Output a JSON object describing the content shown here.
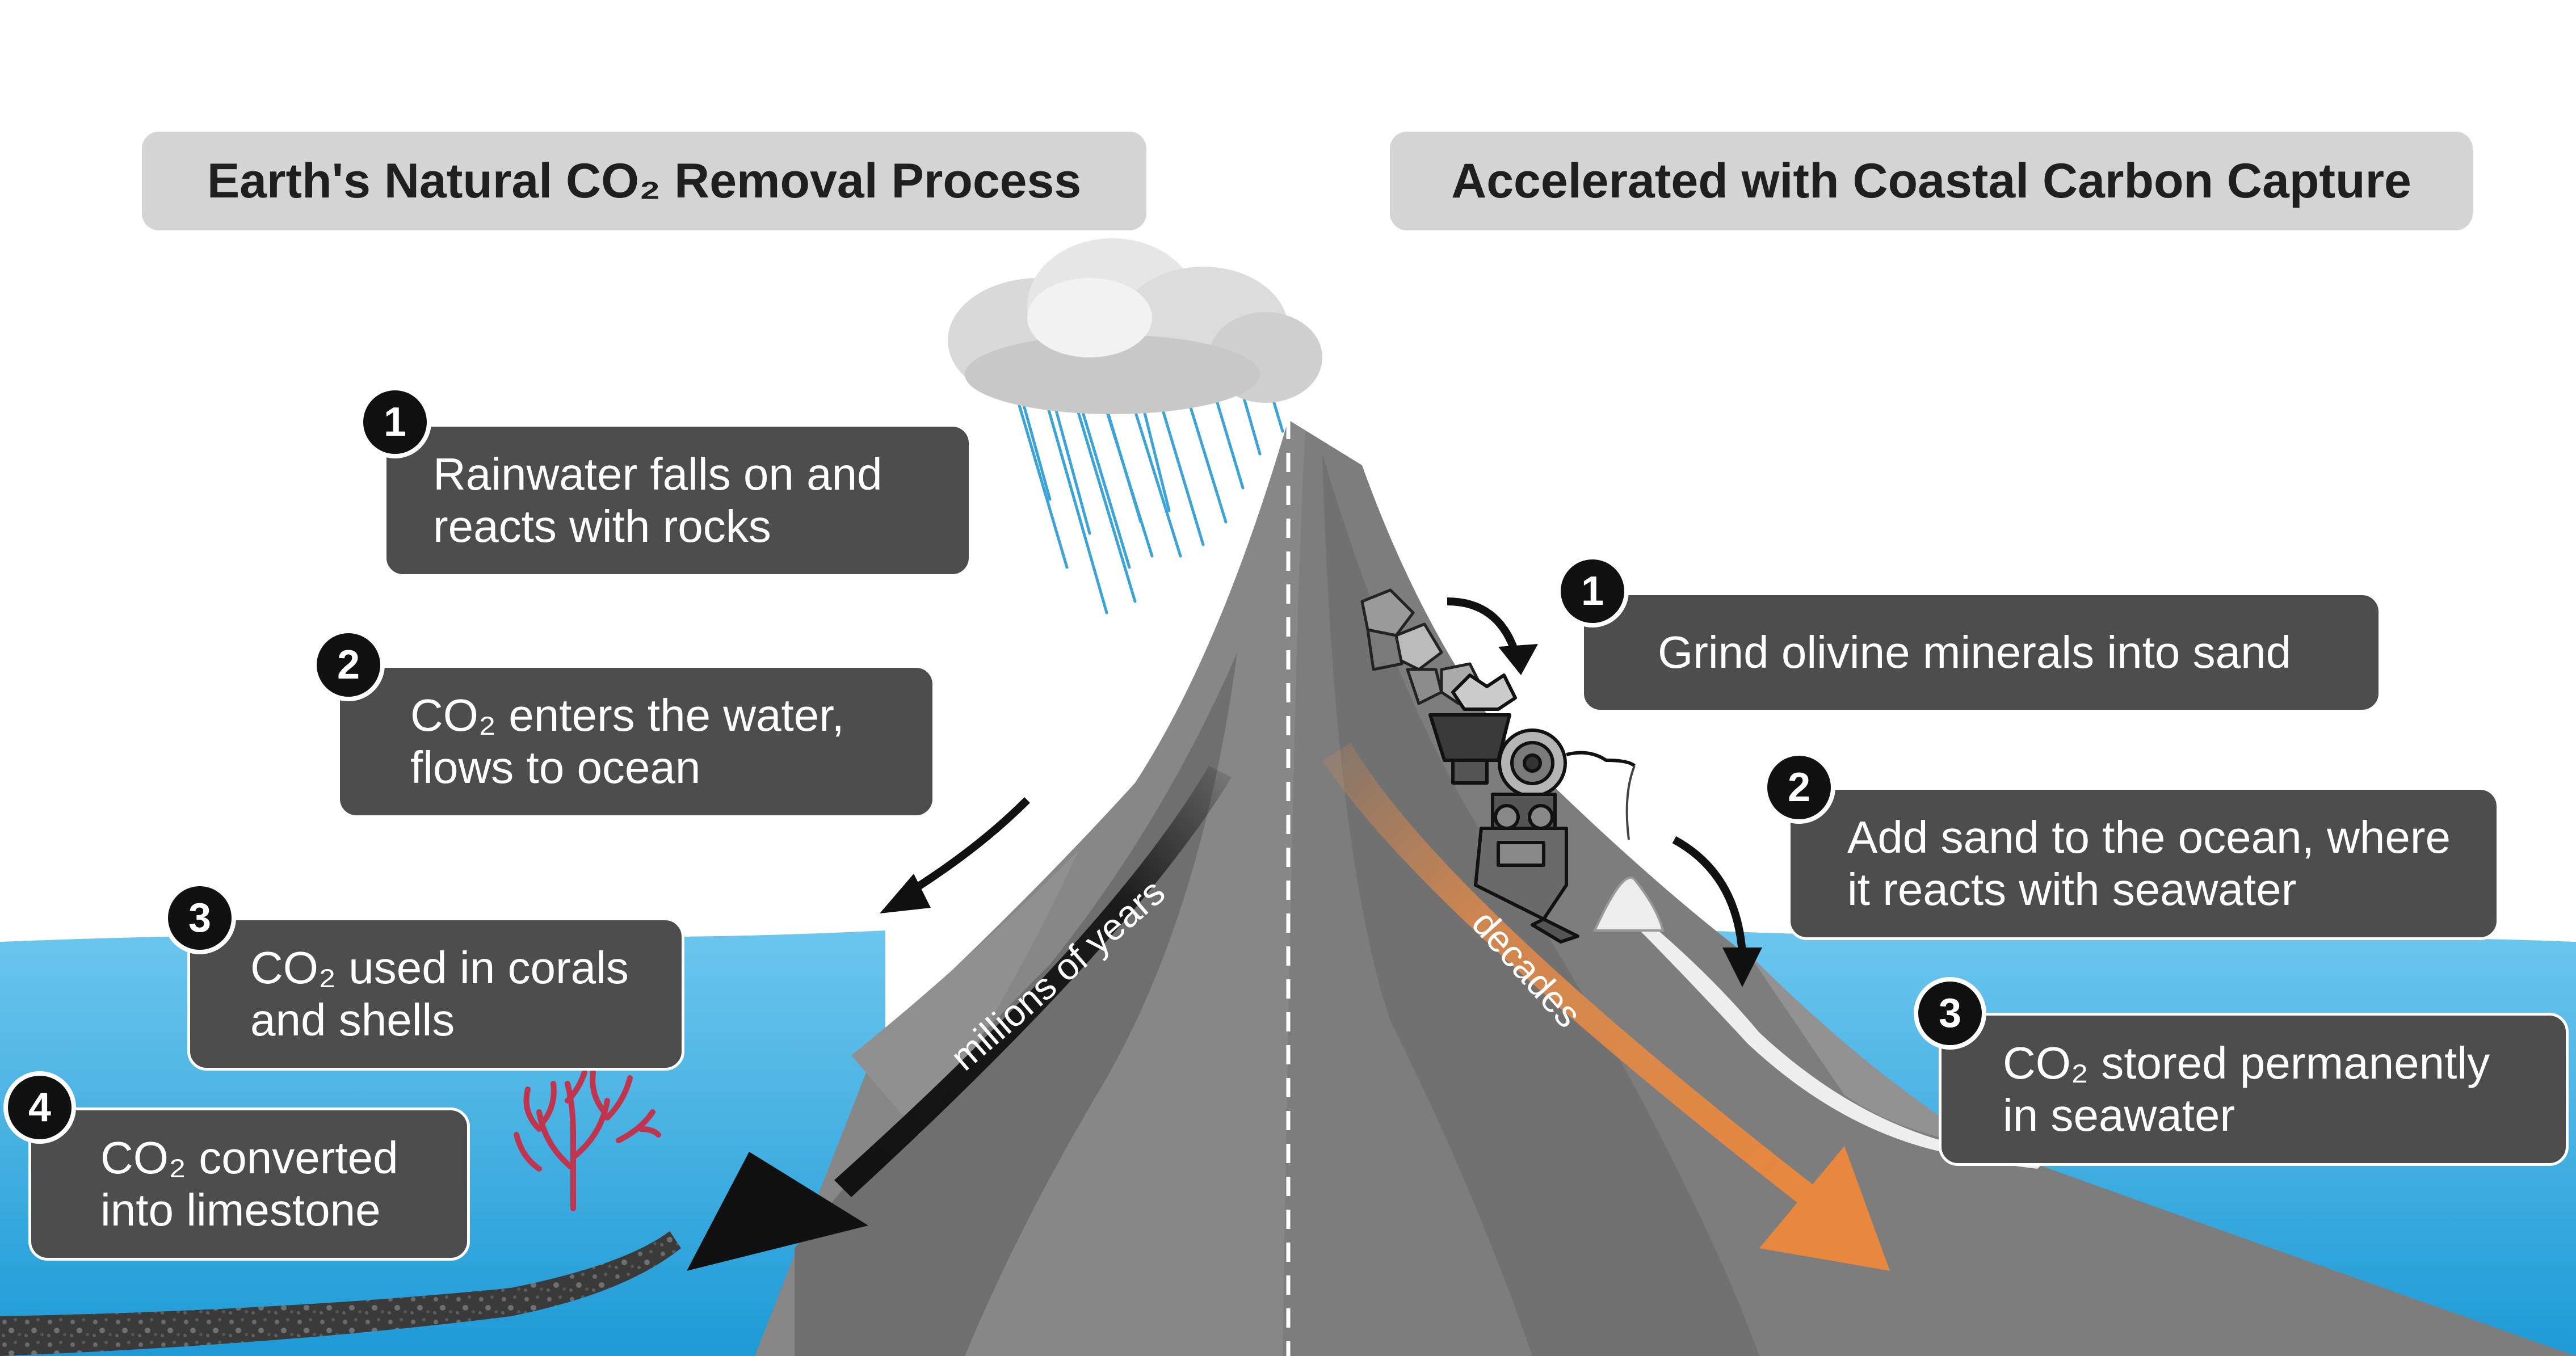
{
  "headers": {
    "left": "Earth's Natural CO₂ Removal Process",
    "right": "Accelerated with Coastal Carbon Capture"
  },
  "left_steps": [
    {
      "number": "1",
      "line1": "Rainwater falls on and",
      "line2": "reacts with rocks"
    },
    {
      "number": "2",
      "line1": "CO₂ enters the water,",
      "line2": "flows to ocean"
    },
    {
      "number": "3",
      "line1": "CO₂ used in corals",
      "line2": "and shells"
    },
    {
      "number": "4",
      "line1": "CO₂ converted",
      "line2": "into limestone"
    }
  ],
  "right_steps": [
    {
      "number": "1",
      "line1": "Grind olivine minerals into sand",
      "line2": ""
    },
    {
      "number": "2",
      "line1": "Add sand to the ocean, where",
      "line2": "it reacts with seawater"
    },
    {
      "number": "3",
      "line1": "CO₂ stored permanently",
      "line2": "in seawater"
    }
  ],
  "arrows": {
    "left_label": "millions of years",
    "right_label": "decades"
  },
  "colors": {
    "ocean": "#2aa7e0",
    "mountain": "#7a7a7a",
    "box": "#4d4d4d",
    "header": "#d4d4d4",
    "slow_arrow": "#111111",
    "fast_arrow": "#e08a4a",
    "coral": "#c0344e",
    "rain": "#3ba3d8"
  },
  "icons": [
    "cloud-icon",
    "rain-icon",
    "rock-pile-icon",
    "grinder-machine-icon",
    "coral-icon",
    "sand-pile-icon"
  ]
}
